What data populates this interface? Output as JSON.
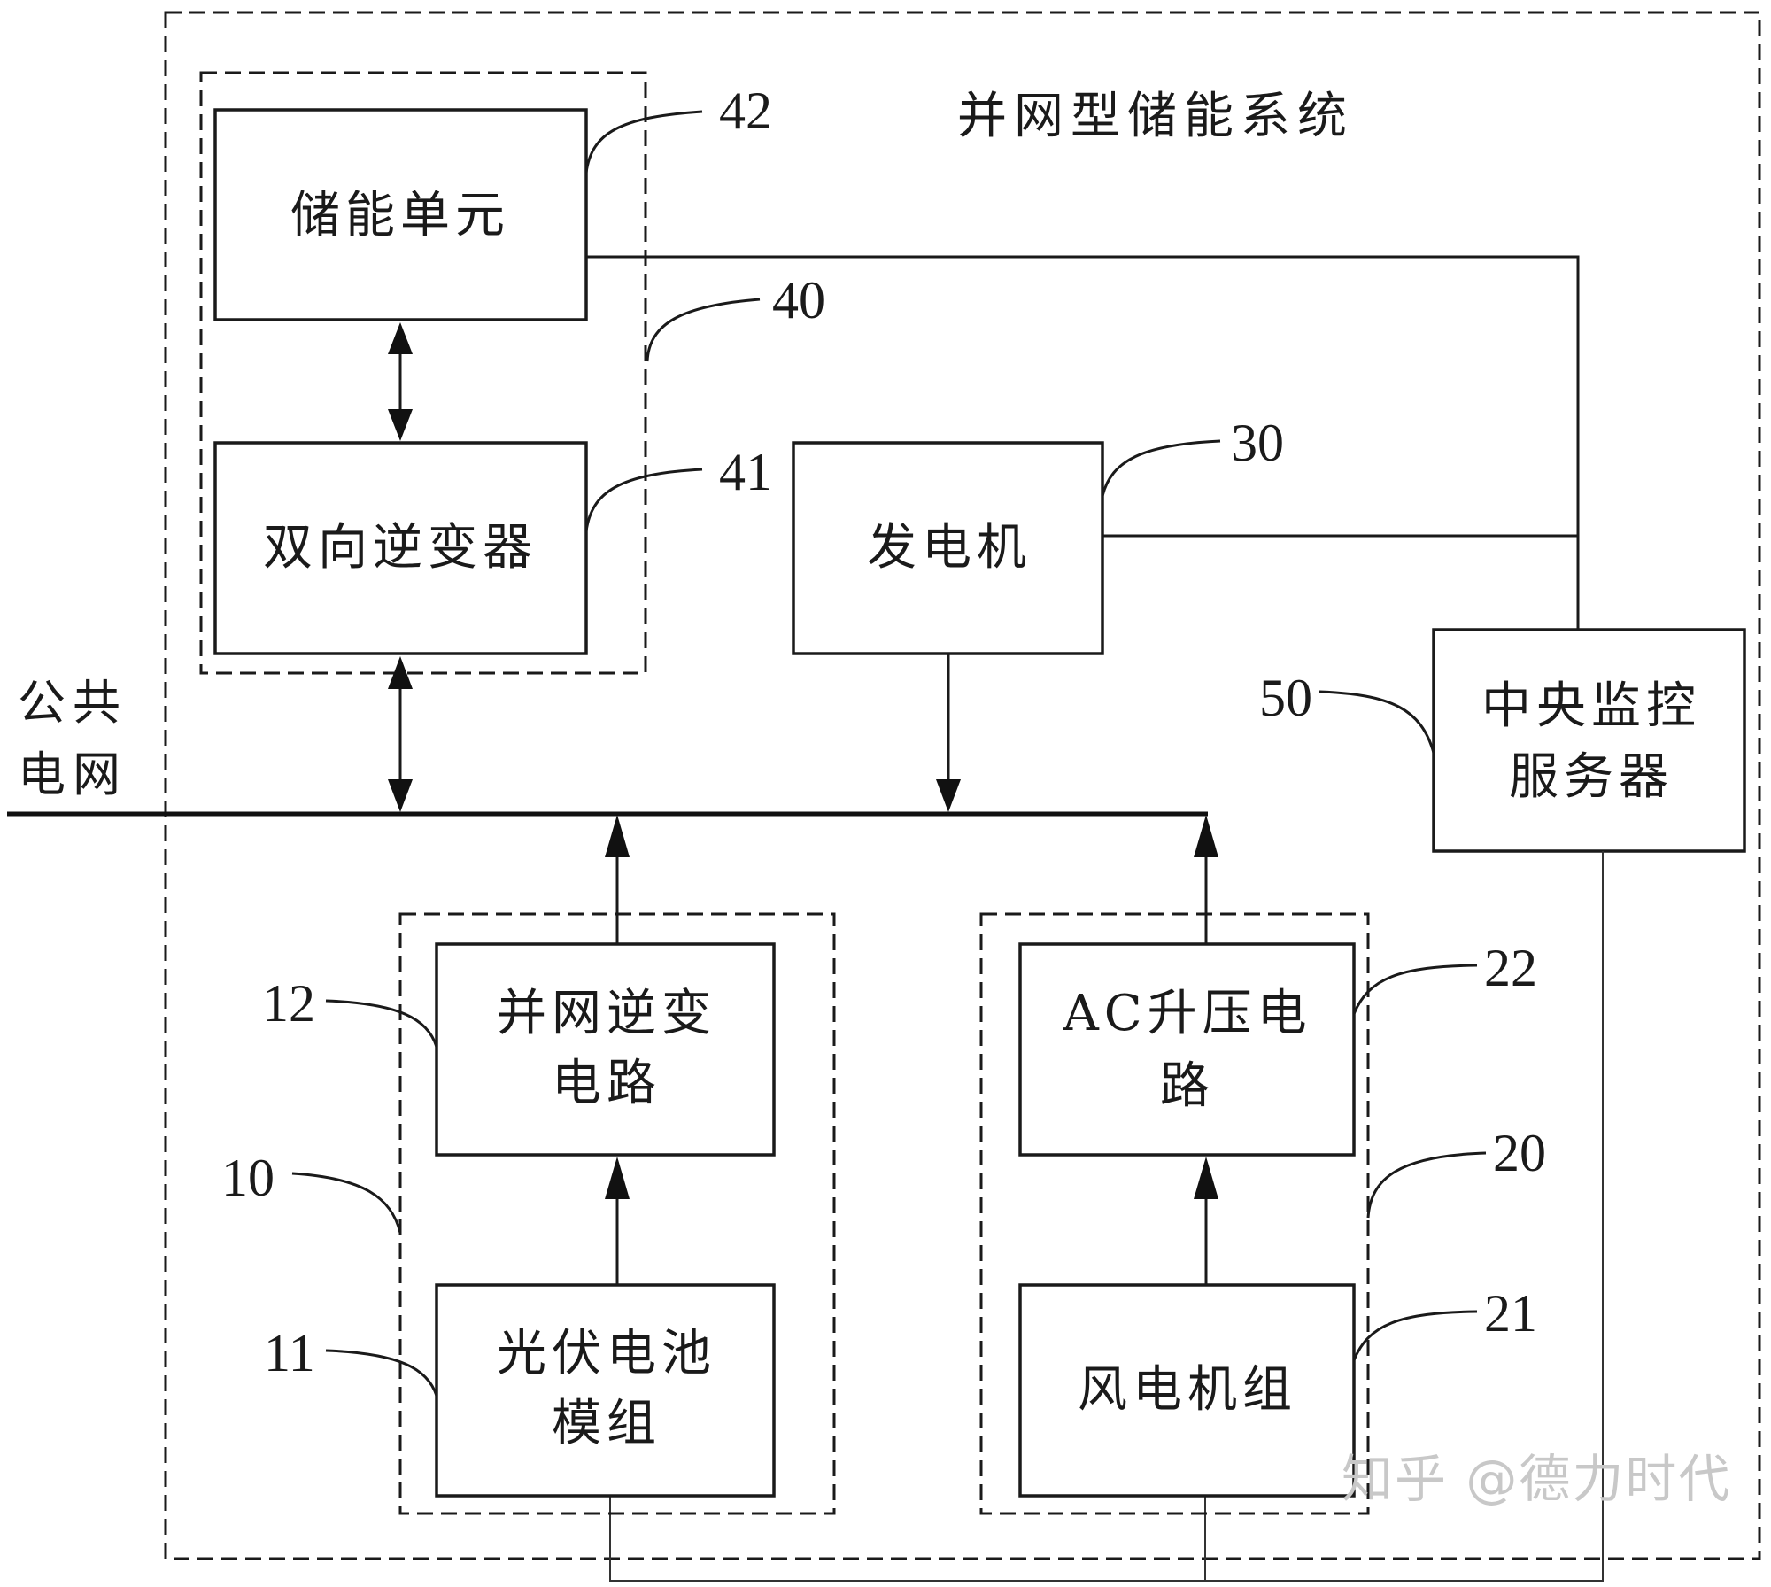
{
  "system_title": "并网型储能系统",
  "public_grid": {
    "line1": "公共",
    "line2": "电网"
  },
  "blocks": {
    "storage_unit": {
      "label": "储能单元",
      "ref": "42"
    },
    "bidirectional_inverter": {
      "label": "双向逆变器",
      "ref": "41"
    },
    "storage_group": {
      "ref": "40"
    },
    "generator": {
      "label": "发电机",
      "ref": "30"
    },
    "central_server": {
      "line1": "中央监控",
      "line2": "服务器",
      "ref": "50"
    },
    "grid_inverter": {
      "line1": "并网逆变",
      "line2": "电路",
      "ref": "12"
    },
    "pv_group": {
      "ref": "10"
    },
    "pv_module": {
      "line1": "光伏电池",
      "line2": "模组",
      "ref": "11"
    },
    "ac_boost": {
      "line1": "AC升压电",
      "line2": "路",
      "ref": "22"
    },
    "wind_group": {
      "ref": "20"
    },
    "wind_turbine": {
      "label": "风电机组",
      "ref": "21"
    }
  },
  "watermark": "知乎 @德力时代"
}
